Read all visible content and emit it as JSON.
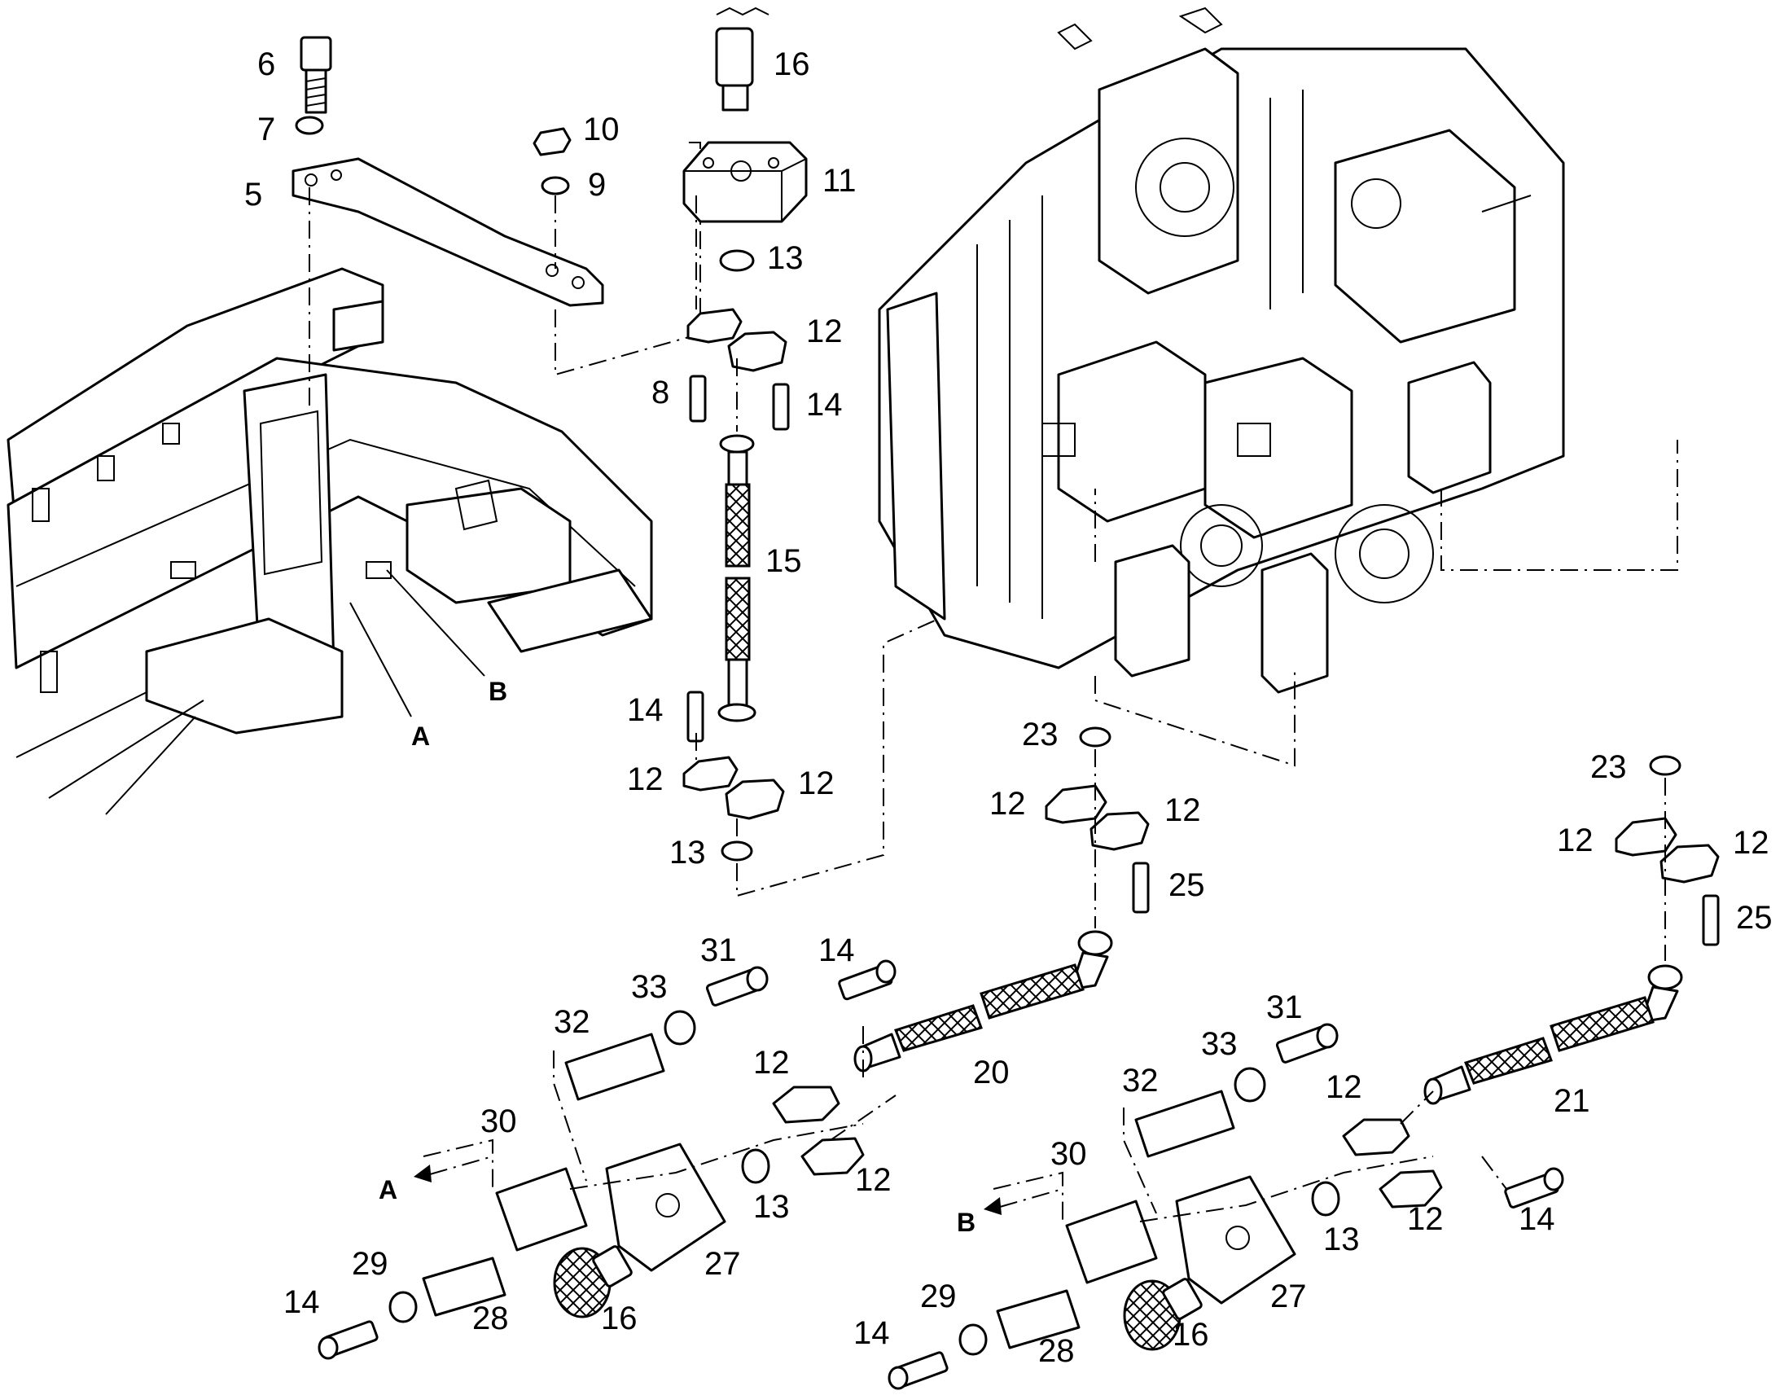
{
  "callouts": [
    {
      "text": "6"
    },
    {
      "text": "7"
    },
    {
      "text": "5"
    },
    {
      "text": "10"
    },
    {
      "text": "9"
    },
    {
      "text": "16"
    },
    {
      "text": "11"
    },
    {
      "text": "13"
    },
    {
      "text": "12"
    },
    {
      "text": "8"
    },
    {
      "text": "14"
    },
    {
      "text": "15"
    },
    {
      "text": "14"
    },
    {
      "text": "12"
    },
    {
      "text": "12"
    },
    {
      "text": "13"
    },
    {
      "text": "23"
    },
    {
      "text": "12"
    },
    {
      "text": "12"
    },
    {
      "text": "25"
    },
    {
      "text": "23"
    },
    {
      "text": "12"
    },
    {
      "text": "12"
    },
    {
      "text": "25"
    },
    {
      "text": "31"
    },
    {
      "text": "33"
    },
    {
      "text": "32"
    },
    {
      "text": "14"
    },
    {
      "text": "12"
    },
    {
      "text": "20"
    },
    {
      "text": "30"
    },
    {
      "text": "12"
    },
    {
      "text": "13"
    },
    {
      "text": "27"
    },
    {
      "text": "29"
    },
    {
      "text": "28"
    },
    {
      "text": "14"
    },
    {
      "text": "16"
    },
    {
      "text": "31"
    },
    {
      "text": "33"
    },
    {
      "text": "32"
    },
    {
      "text": "12"
    },
    {
      "text": "21"
    },
    {
      "text": "30"
    },
    {
      "text": "13"
    },
    {
      "text": "12"
    },
    {
      "text": "14"
    },
    {
      "text": "27"
    },
    {
      "text": "29"
    },
    {
      "text": "28"
    },
    {
      "text": "14"
    },
    {
      "text": "16"
    }
  ],
  "refs": {
    "a_label": "A",
    "b_label": "B"
  }
}
